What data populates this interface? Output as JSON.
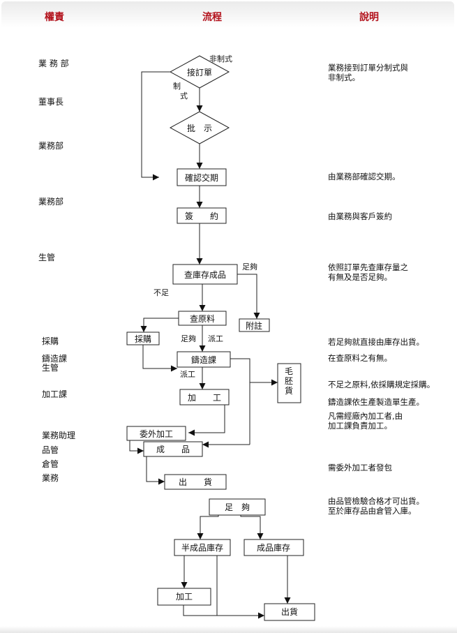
{
  "header": {
    "authority": "權責",
    "process": "流程",
    "description": "說明"
  },
  "roles": [
    "業 務 部",
    "董事長",
    "業務部",
    "業務部",
    "生管",
    "採購",
    "鑄造課",
    "生管",
    "加工課",
    "業務助理",
    "品管",
    "倉管",
    "業務"
  ],
  "descriptions": [
    "業務接到訂單分制式與\n非制式。",
    "由業務部確認交期。",
    "由業務與客戶簽約",
    "依照訂單先查庫存量之\n有無及是否足夠。",
    "若足夠就直接由庫存出貨。",
    "在查原料之有無。",
    "不足之原料,依採購規定採購。",
    "鑄造課依生產製造單生產。",
    "凡需經廠內加工者,由\n加工課負責加工。",
    "需委外加工者發包",
    "由品管檢驗合格才可出貨。\n至於庫存品由倉管入庫。"
  ],
  "flow": {
    "receive_order": "接訂單",
    "approve": "批　示",
    "confirm_delivery": "確認交期",
    "sign": "簽　　約",
    "check_stock": "查庫存成品",
    "note": "附註",
    "check_material": "查原料",
    "purchase": "採購",
    "casting": "鑄造課",
    "blank": "毛\n胚\n貨",
    "process_step": "加　　工",
    "outsource": "委外加工",
    "finished": "成　　品",
    "ship": "出　　貨",
    "enough_bottom": "足　夠",
    "semi_stock": "半成品庫存",
    "finished_stock": "成品庫存",
    "process2": "加工",
    "ship2": "出貨",
    "labels": {
      "non_standard": "非制式",
      "standard": "制\n式",
      "enough": "足夠",
      "not_enough": "不足",
      "enough2": "足夠",
      "dispatch": "派工",
      "dispatch2": "派工"
    }
  }
}
